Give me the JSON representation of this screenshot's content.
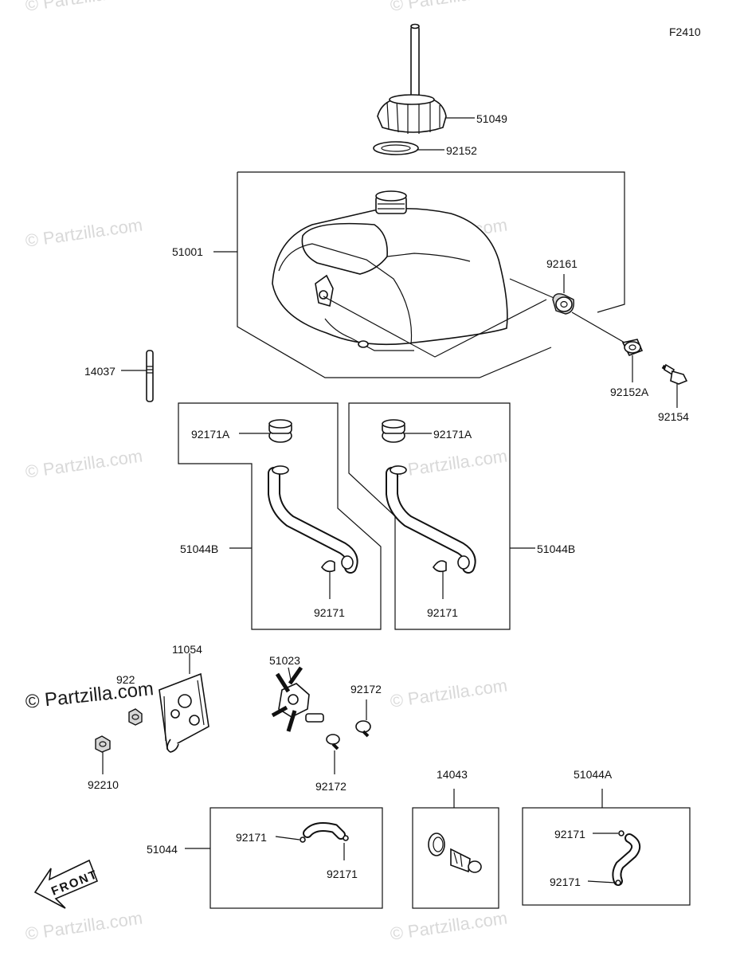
{
  "figure_code": "F2410",
  "watermarks": [
    "© Partzilla.com"
  ],
  "front_label": "FRONT",
  "labels": {
    "l51049": "51049",
    "l92152": "92152",
    "l51001": "51001",
    "l92161": "92161",
    "l92152a": "92152A",
    "l92154": "92154",
    "l14037": "14037",
    "l92171a_left": "92171A",
    "l92171a_right": "92171A",
    "l51044b_left": "51044B",
    "l51044b_right": "51044B",
    "l92171_left": "92171",
    "l92171_right": "92171",
    "l11054": "11054",
    "l92210_top": "92210",
    "l92210_bottom": "92210",
    "l51023": "51023",
    "l92172_top": "92172",
    "l92172_bottom": "92172",
    "l14043": "14043",
    "l51044a": "51044A",
    "l51044": "51044",
    "l92171_box_a": "92171",
    "l92171_box_b": "92171",
    "l92171_box_c": "92171",
    "l92171_box_d": "92171"
  }
}
